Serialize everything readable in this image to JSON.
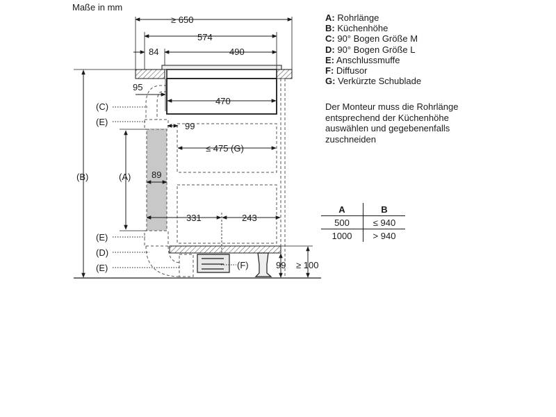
{
  "units_label": "Maße in mm",
  "legend": [
    {
      "key": "A:",
      "text": "Rohrlänge"
    },
    {
      "key": "B:",
      "text": "Küchenhöhe"
    },
    {
      "key": "C:",
      "text": "90° Bogen Größe M"
    },
    {
      "key": "D:",
      "text": "90° Bogen Größe L"
    },
    {
      "key": "E:",
      "text": "Anschlussmuffe"
    },
    {
      "key": "F:",
      "text": "Diffusor"
    },
    {
      "key": "G:",
      "text": "Verkürzte Schublade"
    }
  ],
  "note": "Der Monteur muss die Rohrlänge entsprechend der Küchenhöhe auswählen und gegebenenfalls zuschneiden",
  "table": {
    "headers": [
      "A",
      "B"
    ],
    "rows": [
      [
        "500",
        "≤ 940"
      ],
      [
        "1000",
        "> 940"
      ]
    ]
  },
  "dimensions": {
    "d650": "≥ 650",
    "d574": "574",
    "d84": "84",
    "d490": "490",
    "d95": "95",
    "d470": "470",
    "d99top": "99",
    "d475": "≤ 475 (G)",
    "d89": "89",
    "d331": "331",
    "d243": "243",
    "d99bottom": "99",
    "d100": "≥ 100"
  },
  "callouts": {
    "C": "(C)",
    "E1": "(E)",
    "A": "(A)",
    "B": "(B)",
    "E2": "(E)",
    "D": "(D)",
    "E3": "(E)",
    "F": "(F)"
  },
  "colors": {
    "line": "#1a1a1a",
    "pipe_fill": "#c8c8c8",
    "hatch": "#444444",
    "dashed": "#555555"
  }
}
